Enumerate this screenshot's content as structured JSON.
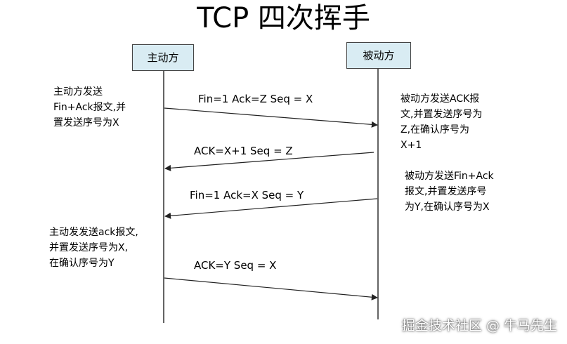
{
  "title": "TCP 四次挥手",
  "actors": {
    "client": "主动方",
    "server": "被动方"
  },
  "messages": [
    {
      "text": "Fin=1 Ack=Z Seq = X",
      "direction": "client-to-server"
    },
    {
      "text": "ACK=X+1 Seq = Z",
      "direction": "server-to-client"
    },
    {
      "text": "Fin=1 Ack=X Seq = Y",
      "direction": "server-to-client"
    },
    {
      "text": "ACK=Y Seq = X",
      "direction": "client-to-server"
    }
  ],
  "notes": {
    "client_1": "主动方发送\nFin+Ack报文,并\n置发送序号为X",
    "server_1": "被动方发送ACK报\n文,并置发送序号为\nZ,在确认序号为\nX+1",
    "server_2": "被动方发送Fin+Ack\n报文,并置发送序号\n为Y,在确认序号为X",
    "client_2": "主动发发送ack报文,\n并置发送序号为X,\n在确认序号为Y"
  },
  "watermark": "掘金技术社区 @ 牛马先生",
  "colors": {
    "actor_fill": "#d9ecf3",
    "line": "#222222"
  }
}
